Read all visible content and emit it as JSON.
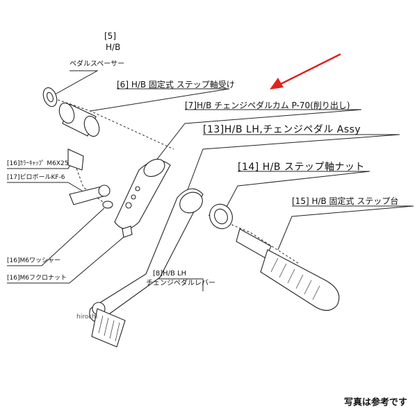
{
  "labels": {
    "p5_num": "[5]",
    "p5_name": "H/B",
    "p5_desc": "ペダルスペーサー",
    "p6": "[6] H/B 固定式 ステップ軸受け",
    "p7": "[7]H/B チェンジペダルカム P-70(削り出し)",
    "p13": "[13]H/B LH,チェンジペダル Assy",
    "p14": "[14] H/B ステップ軸ナット",
    "p15": "[15] H/B 固定式 ステップ台",
    "p16a": "[16]ｶﾗｰｷｬｯﾌﾟ M6X25",
    "p17": "[17]ピロボールKF-6",
    "p16b": "[16]M6ワッシャー",
    "p16c": "[16]M6フクロナット",
    "p8_line1": "[8]H/B LH",
    "p8_line2": "チェンジペダルレバー"
  },
  "watermark": "hirochi",
  "note": "写真は参考です",
  "colors": {
    "arrow": "#e0231c",
    "line": "#222222"
  },
  "icons": {
    "arrow": "red-arrow-icon"
  }
}
